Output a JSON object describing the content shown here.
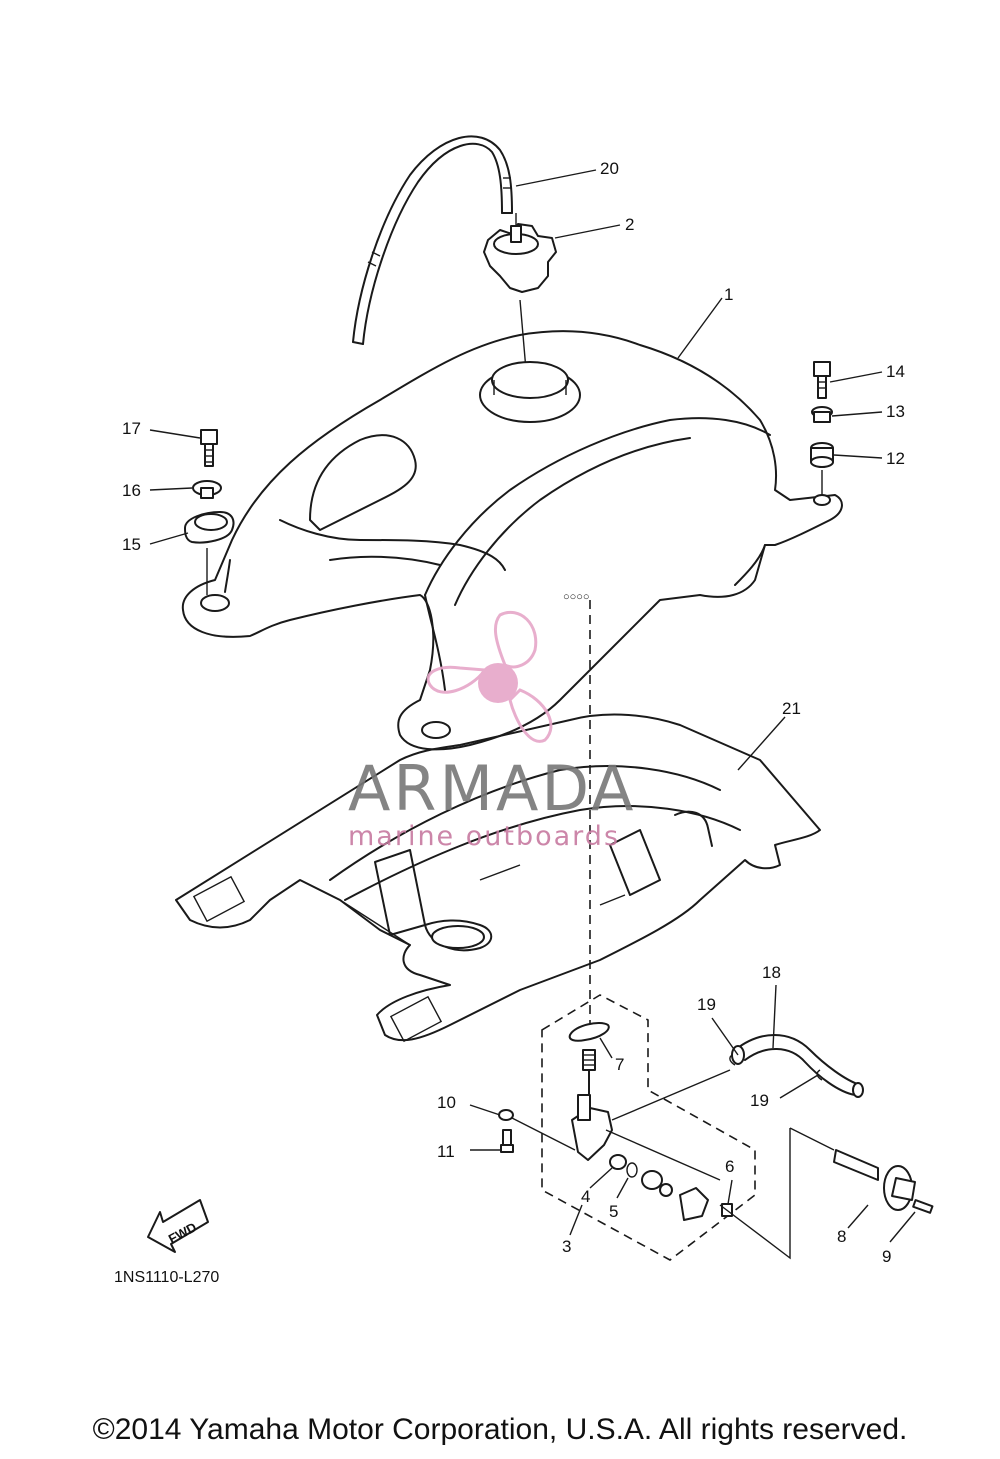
{
  "diagram": {
    "callouts": {
      "p1": "1",
      "p2": "2",
      "p3": "3",
      "p4": "4",
      "p5": "5",
      "p6": "6",
      "p7": "7",
      "p8": "8",
      "p9": "9",
      "p10": "10",
      "p11": "11",
      "p12": "12",
      "p13": "13",
      "p14": "14",
      "p15": "15",
      "p16": "16",
      "p17": "17",
      "p18": "18",
      "p19a": "19",
      "p19b": "19",
      "p20": "20",
      "p21": "21"
    },
    "drawing_code": "1NS1110-L270",
    "fwd_label": "FWD"
  },
  "watermark": {
    "title": "ARMADA",
    "subtitle": "marine outboards",
    "color_pink": "#e6a6c8",
    "color_gray": "#777777"
  },
  "footer": {
    "copyright": "©2014 Yamaha Motor Corporation, U.S.A. All rights reserved."
  }
}
